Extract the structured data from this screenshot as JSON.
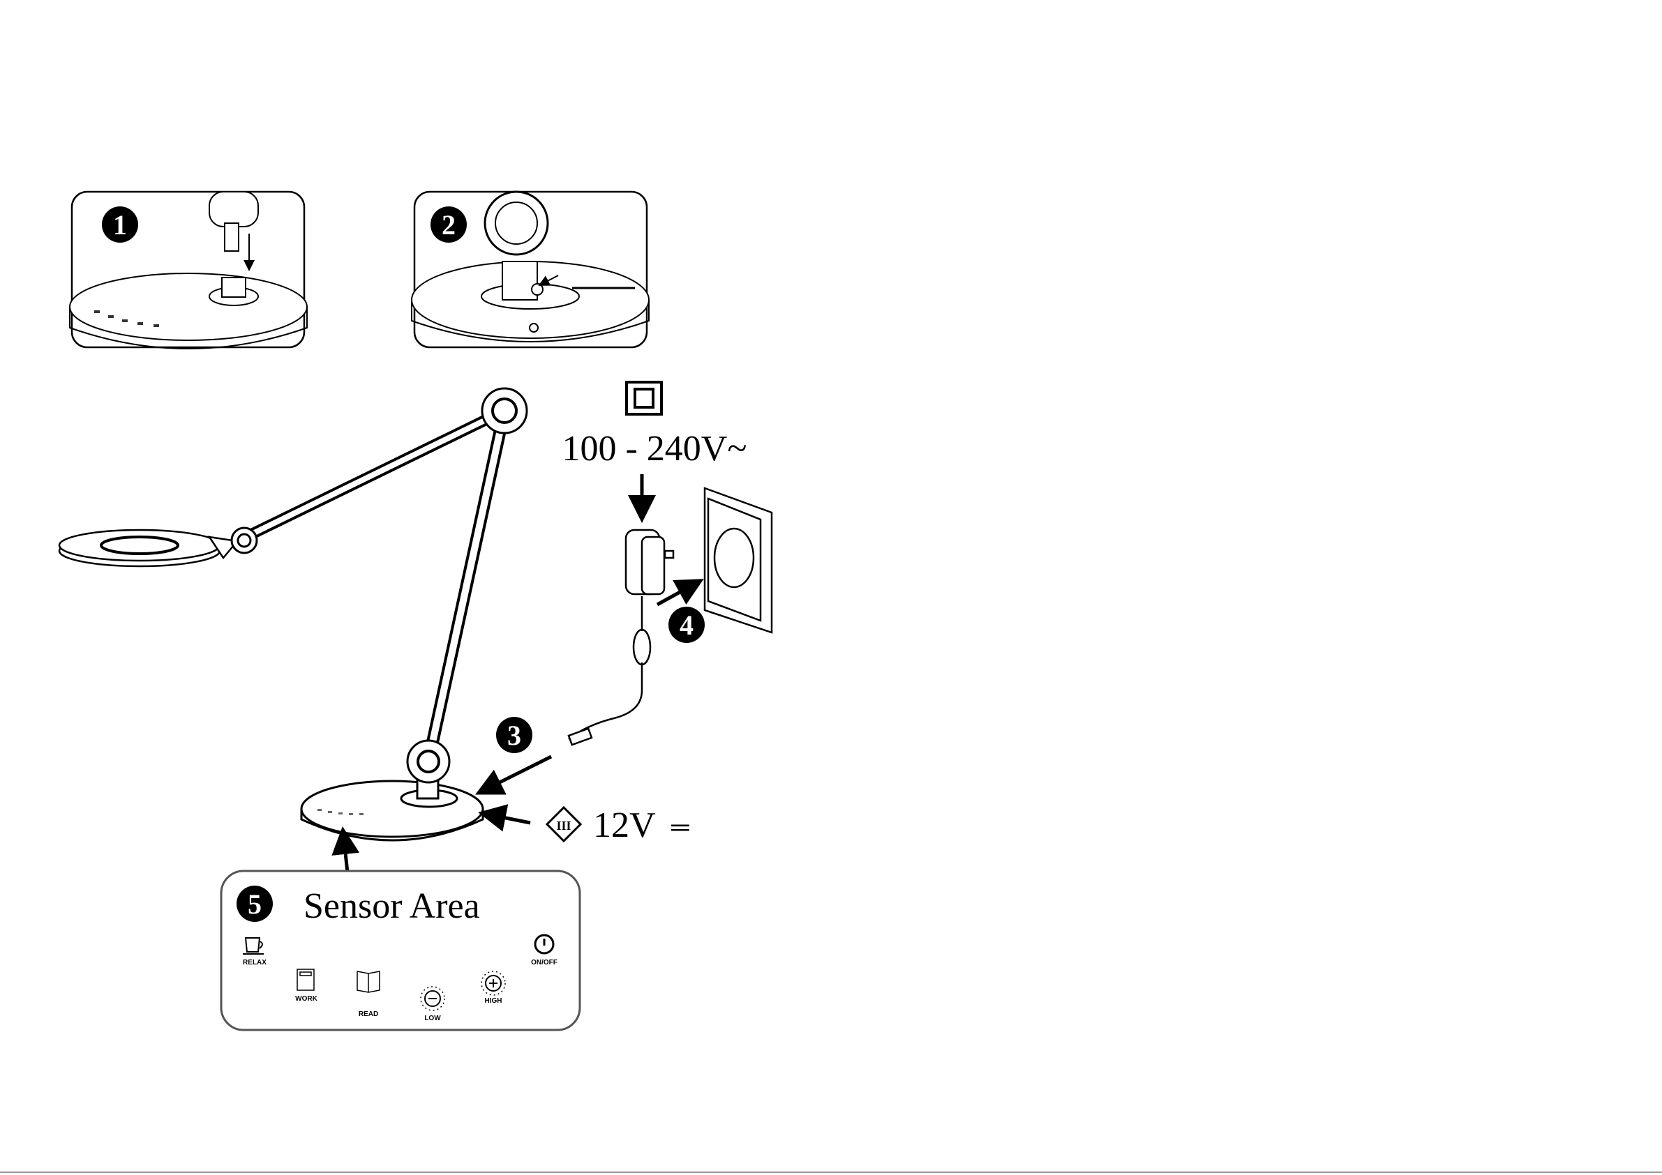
{
  "steps": {
    "step1": "1",
    "step2": "2",
    "step3": "3",
    "step4": "4",
    "step5": "5"
  },
  "power": {
    "input_voltage": "100 - 240V~",
    "output_voltage": "12V",
    "dc_symbol": "═"
  },
  "sensor_area": {
    "title": "Sensor Area",
    "buttons": [
      {
        "label": "RELAX",
        "icon": "coffee-cup-icon"
      },
      {
        "label": "WORK",
        "icon": "calculator-icon"
      },
      {
        "label": "READ",
        "icon": "open-book-icon"
      },
      {
        "label": "LOW",
        "icon": "brightness-down-icon"
      },
      {
        "label": "HIGH",
        "icon": "brightness-up-icon"
      },
      {
        "label": "ON/OFF",
        "icon": "power-icon"
      }
    ]
  }
}
